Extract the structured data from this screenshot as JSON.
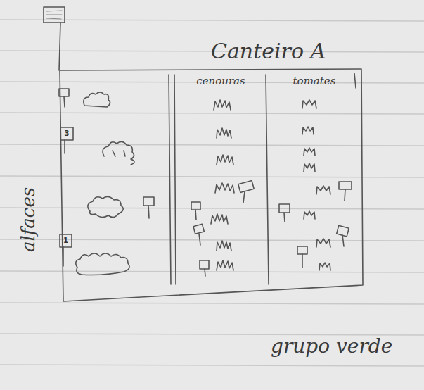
{
  "diagram": {
    "title": "Canteiro A",
    "caption": "grupo verde",
    "nodes": [
      {
        "text": [
          "alfaces"
        ]
      },
      {
        "text": [
          "cenouras"
        ]
      },
      {
        "text": [
          "tomates"
        ]
      }
    ],
    "labels": [
      "3",
      "1"
    ]
  }
}
